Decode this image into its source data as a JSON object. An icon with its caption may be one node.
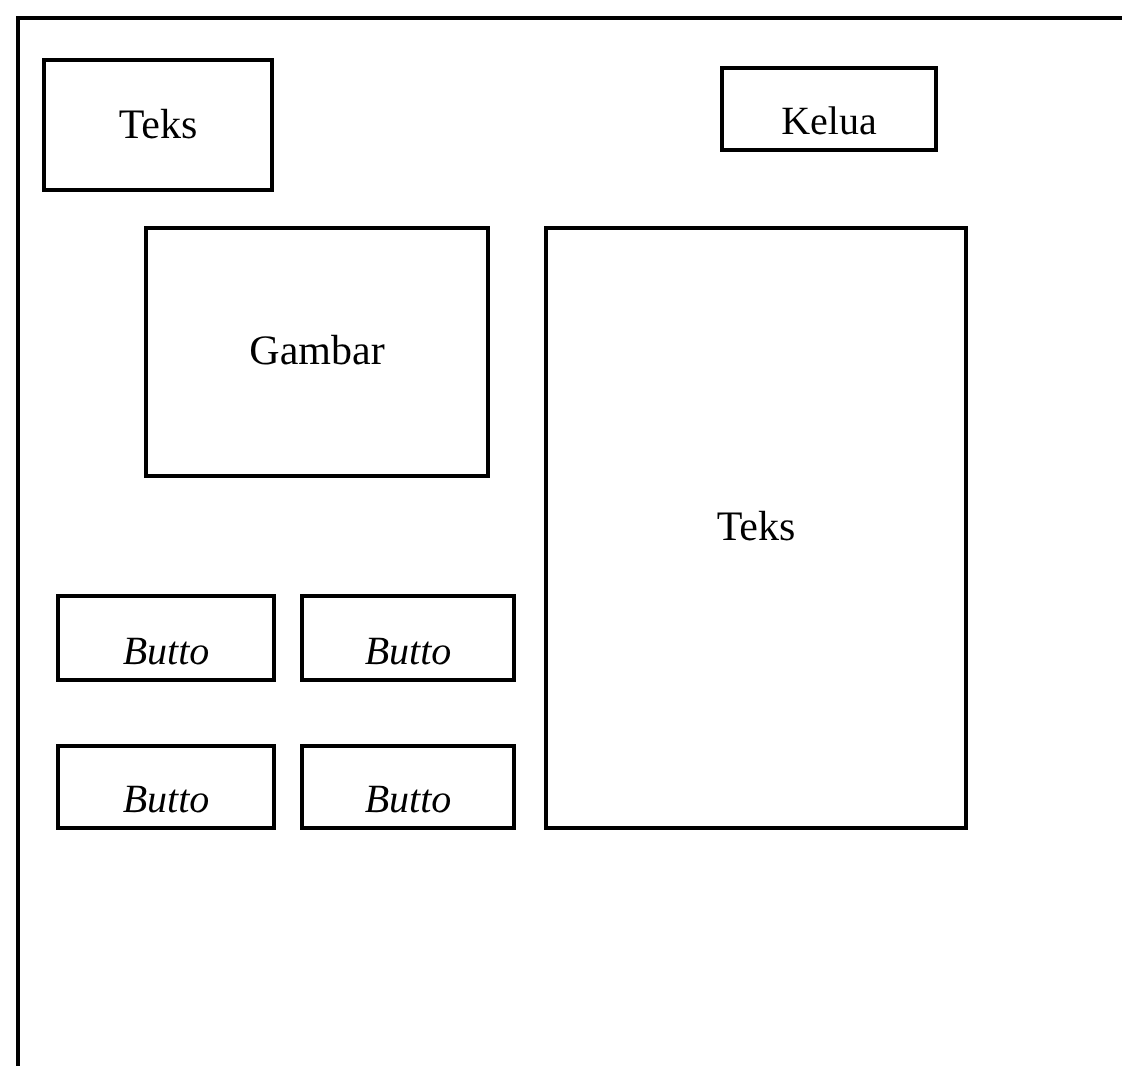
{
  "diagram": {
    "nodes": [
      {
        "text": [
          "Teks"
        ]
      },
      {
        "text": [
          "Kelua"
        ]
      },
      {
        "text": [
          "Gambar"
        ]
      },
      {
        "text": [
          "Teks"
        ]
      },
      {
        "text": [
          "Butto"
        ]
      },
      {
        "text": [
          "Butto"
        ]
      },
      {
        "text": [
          "Butto"
        ]
      },
      {
        "text": [
          "Butto"
        ]
      }
    ]
  }
}
